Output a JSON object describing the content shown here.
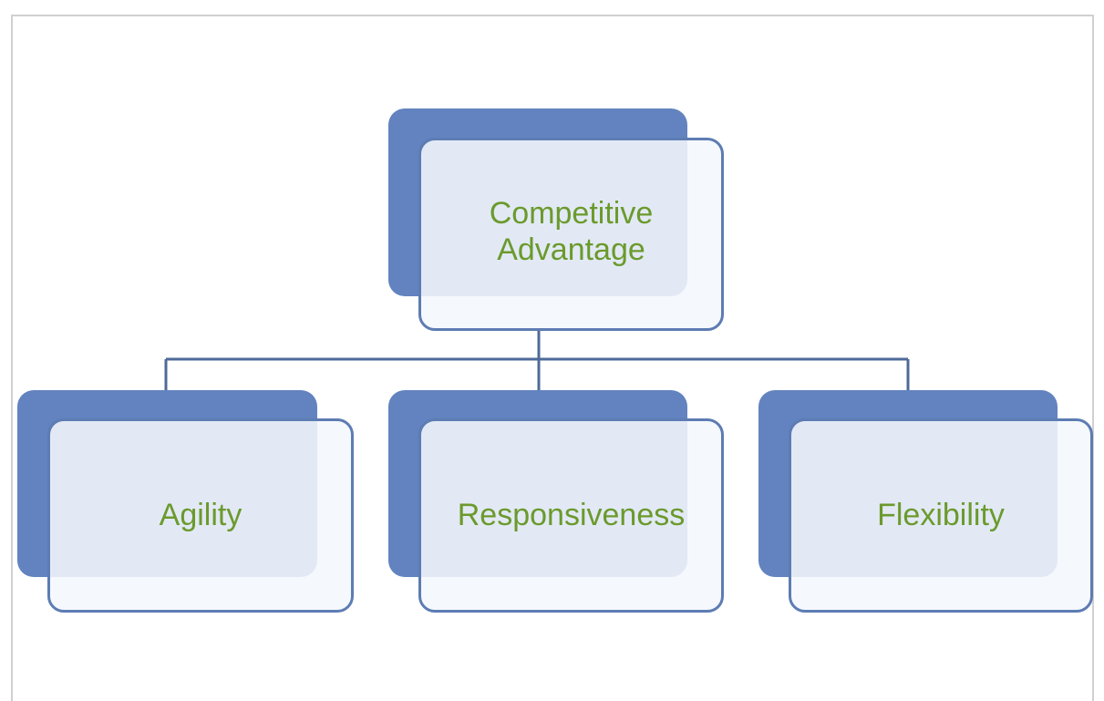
{
  "diagram": {
    "root": {
      "label_line1": "Competitive",
      "label_line2": "Advantage"
    },
    "children": [
      {
        "label": "Agility"
      },
      {
        "label": "Responsiveness"
      },
      {
        "label": "Flexibility"
      }
    ]
  },
  "colors": {
    "back_fill": "#6283bf",
    "front_border": "#5d7cb3",
    "label_text": "#6b9a2c",
    "connector": "#4e6a99"
  }
}
